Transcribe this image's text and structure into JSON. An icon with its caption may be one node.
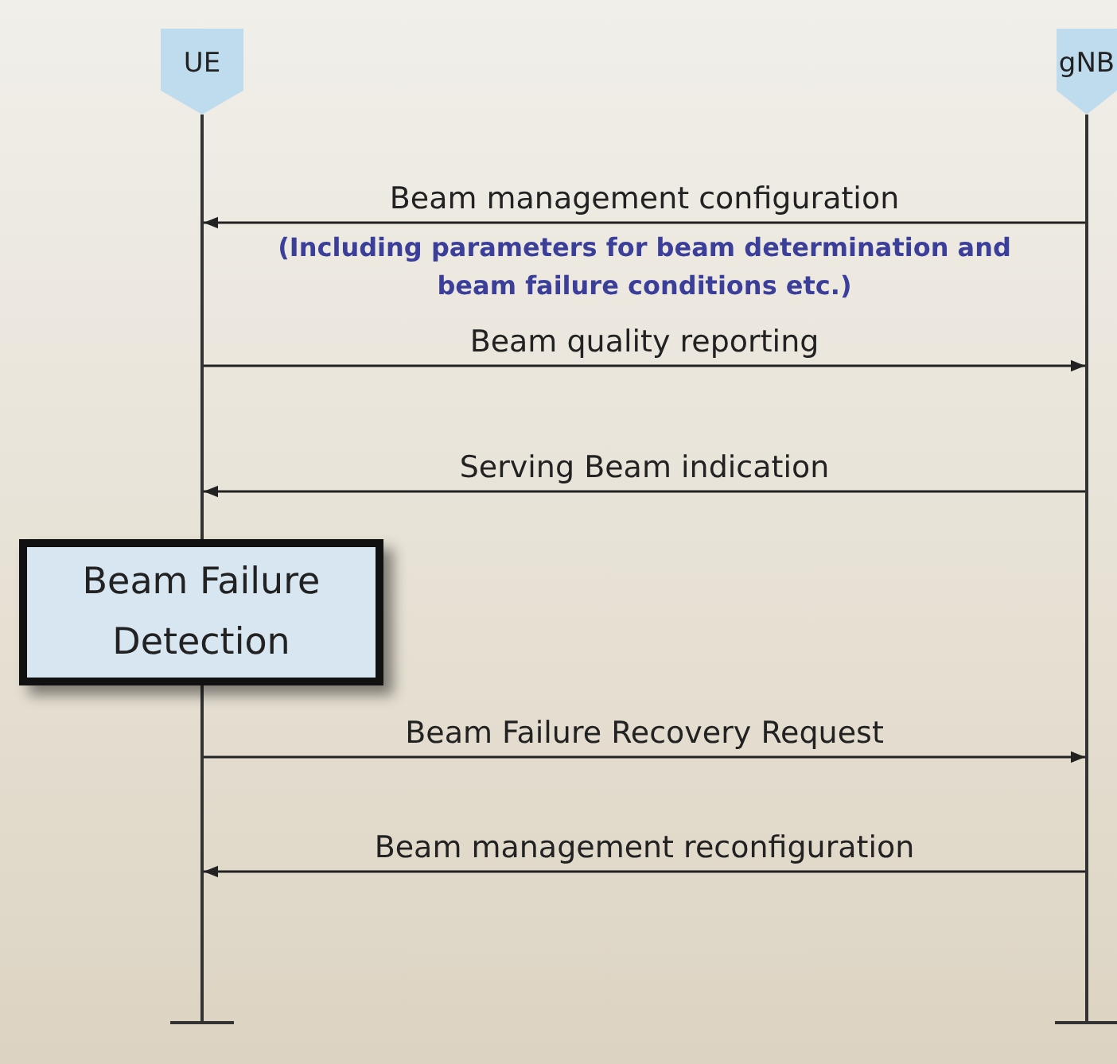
{
  "diagram": {
    "nodes": [
      {
        "text": [
          "UE"
        ]
      },
      {
        "text": [
          "gNB"
        ]
      },
      {
        "text": [
          "Beam Failure Detection"
        ]
      }
    ],
    "edges": [
      {
        "from": 1,
        "to": 0,
        "arrow": "to",
        "label": "Beam management configuration"
      },
      {
        "from": 0,
        "to": 1,
        "arrow": "to",
        "label": "Beam quality reporting"
      },
      {
        "from": 1,
        "to": 0,
        "arrow": "to",
        "label": "Serving Beam indication"
      },
      {
        "from": 0,
        "to": 1,
        "arrow": "to",
        "label": "Beam Failure Recovery Request"
      },
      {
        "from": 1,
        "to": 0,
        "arrow": "to",
        "label": "Beam management reconfiguration"
      }
    ],
    "labels": [
      "(Including parameters for beam determination and beam failure conditions etc.)"
    ]
  }
}
